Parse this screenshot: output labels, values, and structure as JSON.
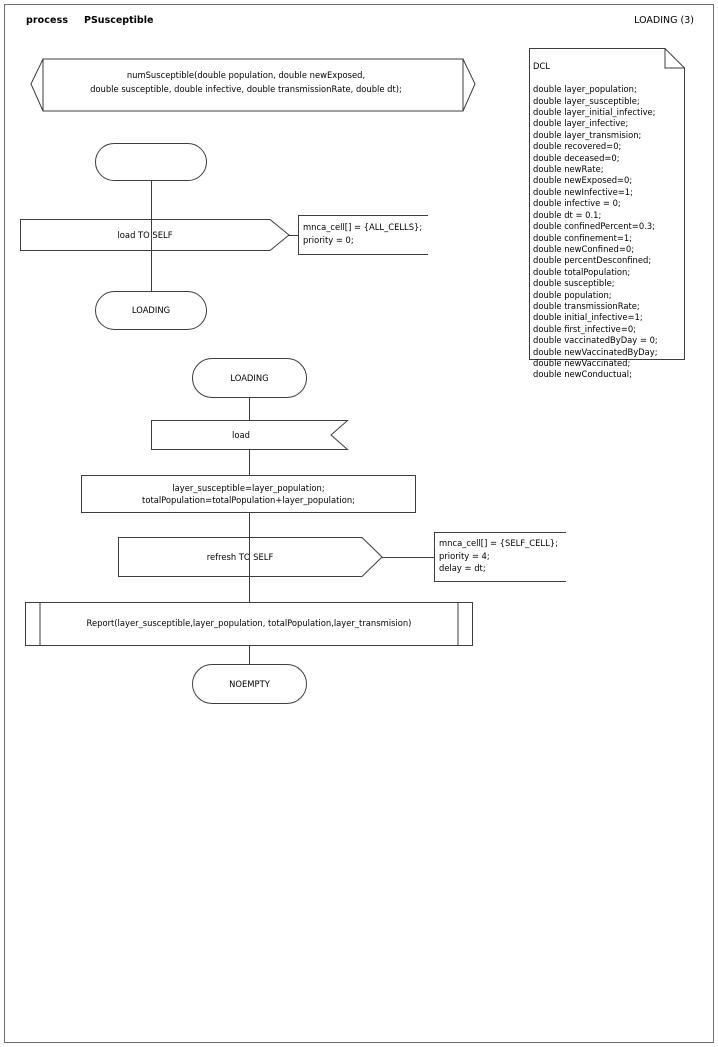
{
  "header": {
    "kind": "process",
    "name": "PSusceptible",
    "page_ref": "LOADING (3)"
  },
  "procedure_header": {
    "line1": "numSusceptible(double population, double newExposed,",
    "line2": "double susceptible, double infective, double transmissionRate, double dt);"
  },
  "dcl_note": {
    "title": "DCL",
    "declarations": [
      "double layer_population;",
      "double layer_susceptible;",
      "double layer_initial_infective;",
      "double layer_infective;",
      "double layer_transmision;",
      "double recovered=0;",
      "double deceased=0;",
      "double newRate;",
      "double newExposed=0;",
      "double newInfective=1;",
      "double infective = 0;",
      "double dt = 0.1;",
      "double confinedPercent=0.3;",
      "double confinement=1;",
      "double newConfined=0;",
      "double percentDesconfined;",
      "double totalPopulation;",
      "double susceptible;",
      "double population;",
      "double transmissionRate;",
      "double initial_infective=1;",
      "double first_infective=0;",
      "double vaccinatedByDay = 0;",
      "double newVaccinatedByDay;",
      "double newVaccinated;",
      "double newConductual;"
    ]
  },
  "flow": {
    "start_state": {
      "label": ""
    },
    "output_load_to_self": {
      "label": "load TO SELF"
    },
    "comment_load": {
      "line1": "mnca_cell[] = {ALL_CELLS};",
      "line2": "priority = 0;"
    },
    "state_loading_1": {
      "label": "LOADING"
    },
    "state_loading_2": {
      "label": "LOADING"
    },
    "input_load": {
      "label": "load"
    },
    "task_assign": {
      "line1": "layer_susceptible=layer_population;",
      "line2": "totalPopulation=totalPopulation+layer_population;"
    },
    "output_refresh_to_self": {
      "label": "refresh TO SELF"
    },
    "comment_refresh": {
      "line1": "mnca_cell[] = {SELF_CELL};",
      "line2": "priority = 4;",
      "line3": "delay = dt;"
    },
    "procedure_call_report": {
      "label": "Report(layer_susceptible,layer_population, totalPopulation,layer_transmision)"
    },
    "state_noempty": {
      "label": "NOEMPTY"
    }
  },
  "colors": {
    "stroke": "#3d3d3d",
    "page_border": "#6f6f6f",
    "background": "#ffffff",
    "text": "#000000"
  }
}
